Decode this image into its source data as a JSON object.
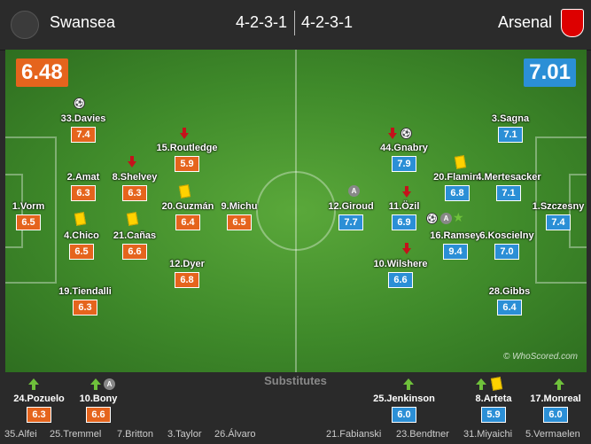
{
  "header": {
    "home_team": "Swansea",
    "away_team": "Arsenal",
    "home_formation": "4-2-3-1",
    "away_formation": "4-2-3-1"
  },
  "ratings": {
    "home": "6.48",
    "away": "7.01"
  },
  "watermark": "© WhoScored.com",
  "subs_title": "Substitutes",
  "home_players": [
    {
      "name": "33.Davies",
      "rating": "7.4"
    },
    {
      "name": "15.Routledge",
      "rating": "5.9"
    },
    {
      "name": "2.Amat",
      "rating": "6.3"
    },
    {
      "name": "8.Shelvey",
      "rating": "6.3"
    },
    {
      "name": "1.Vorm",
      "rating": "6.5"
    },
    {
      "name": "20.Guzmán",
      "rating": "6.4"
    },
    {
      "name": "9.Michu",
      "rating": "6.5"
    },
    {
      "name": "4.Chico",
      "rating": "6.5"
    },
    {
      "name": "21.Cañas",
      "rating": "6.6"
    },
    {
      "name": "12.Dyer",
      "rating": "6.8"
    },
    {
      "name": "19.Tiendalli",
      "rating": "6.3"
    }
  ],
  "away_players": [
    {
      "name": "3.Sagna",
      "rating": "7.1"
    },
    {
      "name": "44.Gnabry",
      "rating": "7.9"
    },
    {
      "name": "20.Flamini",
      "rating": "6.8"
    },
    {
      "name": "4.Mertesacker",
      "rating": "7.1"
    },
    {
      "name": "12.Giroud",
      "rating": "7.7"
    },
    {
      "name": "11.Özil",
      "rating": "6.9"
    },
    {
      "name": "1.Szczesny",
      "rating": "7.4"
    },
    {
      "name": "16.Ramsey",
      "rating": "9.4"
    },
    {
      "name": "6.Koscielny",
      "rating": "7.0"
    },
    {
      "name": "10.Wilshere",
      "rating": "6.6"
    },
    {
      "name": "28.Gibbs",
      "rating": "6.4"
    }
  ],
  "subs": [
    {
      "name": "24.Pozuelo",
      "rating": "6.3"
    },
    {
      "name": "10.Bony",
      "rating": "6.6"
    },
    {
      "name": "25.Jenkinson",
      "rating": "6.0"
    },
    {
      "name": "8.Arteta",
      "rating": "5.9"
    },
    {
      "name": "17.Monreal",
      "rating": "6.0"
    }
  ],
  "unused_home": [
    "35.Alfei",
    "25.Tremmel",
    "7.Britton",
    "3.Taylor",
    "26.Álvaro"
  ],
  "unused_away": [
    "21.Fabianski",
    "23.Bendtner",
    "31.Miyaichi",
    "5.Vermaelen"
  ],
  "colors": {
    "home": "#e5641d",
    "away": "#2b8fd6",
    "pitch": "#3f8a2a",
    "card": "#ffd200",
    "sub_off": "#c4121b",
    "sub_on": "#6fc13b"
  },
  "icons": {
    "goal": "ball-icon",
    "assist": "assist-icon",
    "yellow": "yellow-card-icon",
    "sub_off": "sub-off-arrow-icon",
    "sub_on": "sub-on-arrow-icon",
    "motm": "star-icon"
  },
  "assist_label": "A"
}
